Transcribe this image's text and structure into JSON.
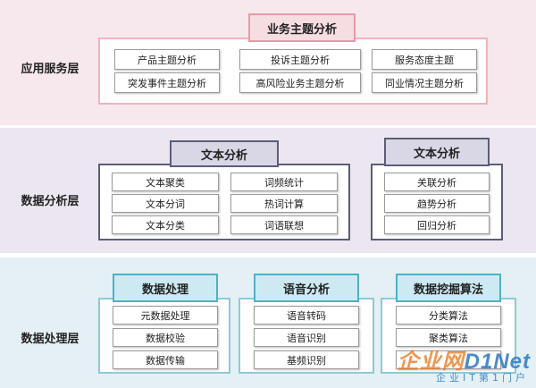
{
  "layers": {
    "application": {
      "label": "应用服务层",
      "group": {
        "title": "业务主题分析",
        "items": [
          "产品主题分析",
          "投诉主题分析",
          "服务态度主题",
          "突发事件主题分析",
          "高风险业务主题分析",
          "同业情况主题分析"
        ]
      }
    },
    "analysis": {
      "label": "数据分析层",
      "groups": [
        {
          "title": "文本分析",
          "items": [
            "文本聚类",
            "词频统计",
            "文本分词",
            "热词计算",
            "文本分类",
            "词语联想"
          ]
        },
        {
          "title": "文本分析",
          "items": [
            "关联分析",
            "趋势分析",
            "回归分析"
          ]
        }
      ]
    },
    "processing": {
      "label": "数据处理层",
      "groups": [
        {
          "title": "数据处理",
          "items": [
            "元数据处理",
            "数据校验",
            "数据传输"
          ]
        },
        {
          "title": "语音分析",
          "items": [
            "语音转码",
            "语音识别",
            "基频识别"
          ]
        },
        {
          "title": "数据挖掘算法",
          "items": [
            "分类算法",
            "聚类算法",
            ""
          ]
        }
      ]
    }
  },
  "watermark": {
    "logo": "企业网",
    "logo_suffix": "D1Net",
    "subtitle": "企业IT第1门户"
  },
  "colors": {
    "application_band": "#f6e8ec",
    "analysis_band": "#ece6f0",
    "processing_band": "#e4f0f4",
    "application_accent": "#e69aa8",
    "analysis_accent": "#5b5e78",
    "processing_accent": "#4fb0c8"
  }
}
